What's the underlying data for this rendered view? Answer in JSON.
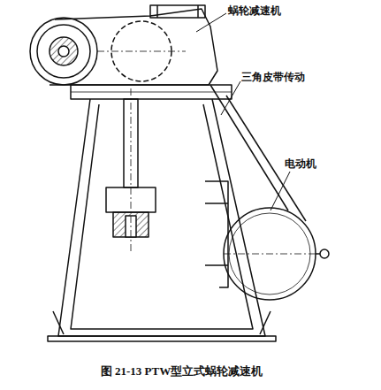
{
  "diagram": {
    "caption": "图 21-13 PTW型立式蜗轮减速机",
    "labels": [
      "蜗轮减速机",
      "三角皮带传动",
      "电动机"
    ]
  }
}
